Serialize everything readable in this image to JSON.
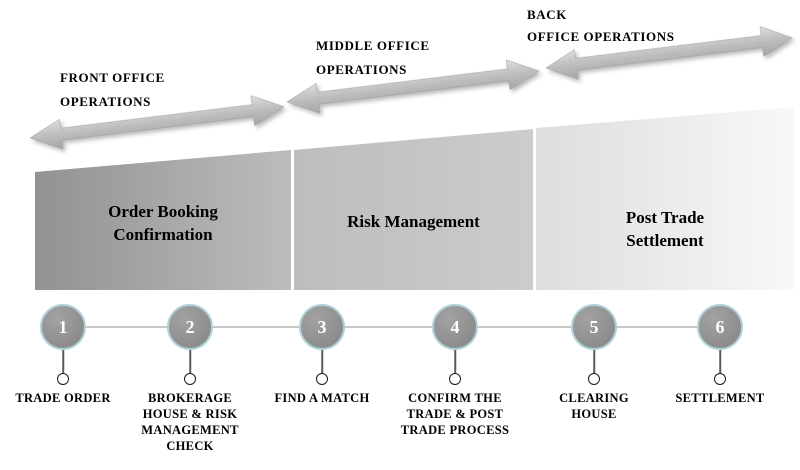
{
  "colors": {
    "arrow_light": "#dedede",
    "arrow_dark": "#a6a6a6",
    "block1_start": "#929292",
    "block1_end": "#bcbcbc",
    "block2_start": "#bdbdbd",
    "block2_end": "#cccccc",
    "block3_start": "#dddddd",
    "block3_end": "#f8f8f8",
    "circle_fill": "#8d8d8d",
    "circle_ring": "#aed2d8",
    "text": "#000000"
  },
  "arrows": [
    {
      "label": "FRONT OFFICE\nOPERATIONS"
    },
    {
      "label": "MIDDLE OFFICE\nOPERATIONS"
    },
    {
      "label": "BACK\nOFFICE OPERATIONS"
    }
  ],
  "blocks": [
    {
      "title": "Order Booking\nConfirmation"
    },
    {
      "title": "Risk Management"
    },
    {
      "title": "Post Trade\nSettlement"
    }
  ],
  "timeline": {
    "steps": [
      {
        "number": "1",
        "label": "TRADE ORDER"
      },
      {
        "number": "2",
        "label": "BROKERAGE\nHOUSE & RISK\nMANAGEMENT\nCHECK"
      },
      {
        "number": "3",
        "label": "FIND A MATCH"
      },
      {
        "number": "4",
        "label": "CONFIRM THE\nTRADE & POST\nTRADE PROCESS"
      },
      {
        "number": "5",
        "label": "CLEARING\nHOUSE"
      },
      {
        "number": "6",
        "label": "SETTLEMENT"
      }
    ]
  }
}
